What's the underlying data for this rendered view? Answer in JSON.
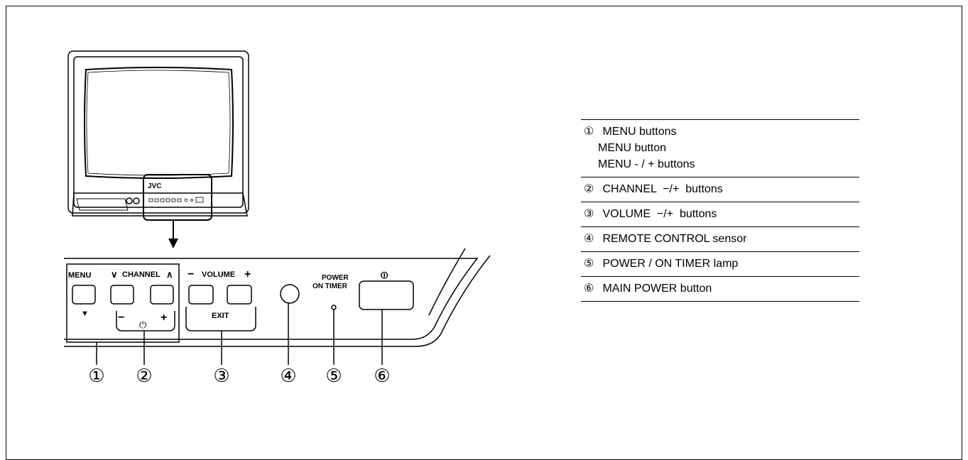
{
  "tv": {
    "brand": "JVC"
  },
  "panel": {
    "menu_label": "MENU",
    "menu_down_symbol": "▼",
    "channel_label": "CHANNEL",
    "channel_down_symbol": "∨",
    "channel_up_symbol": "∧",
    "channel_minus": "−",
    "channel_plus": "+",
    "standby_symbol": "⏻",
    "volume_minus": "−",
    "volume_label": "VOLUME",
    "volume_plus": "+",
    "exit_label": "EXIT",
    "power_label_1": "POWER",
    "power_label_2": "ON TIMER",
    "main_power_symbol": "⏼"
  },
  "callouts": [
    "①",
    "②",
    "③",
    "④",
    "⑤",
    "⑥"
  ],
  "legend": {
    "items": [
      {
        "num": "①",
        "label": "MENU buttons",
        "subs": [
          "MENU button",
          "MENU - / + buttons"
        ]
      },
      {
        "num": "②",
        "label": "CHANNEL  −/+  buttons",
        "subs": []
      },
      {
        "num": "③",
        "label": "VOLUME  −/+  buttons",
        "subs": []
      },
      {
        "num": "④",
        "label": "REMOTE CONTROL sensor",
        "subs": []
      },
      {
        "num": "⑤",
        "label": "POWER / ON TIMER lamp",
        "subs": []
      },
      {
        "num": "⑥",
        "label": "MAIN POWER button",
        "subs": []
      }
    ]
  }
}
